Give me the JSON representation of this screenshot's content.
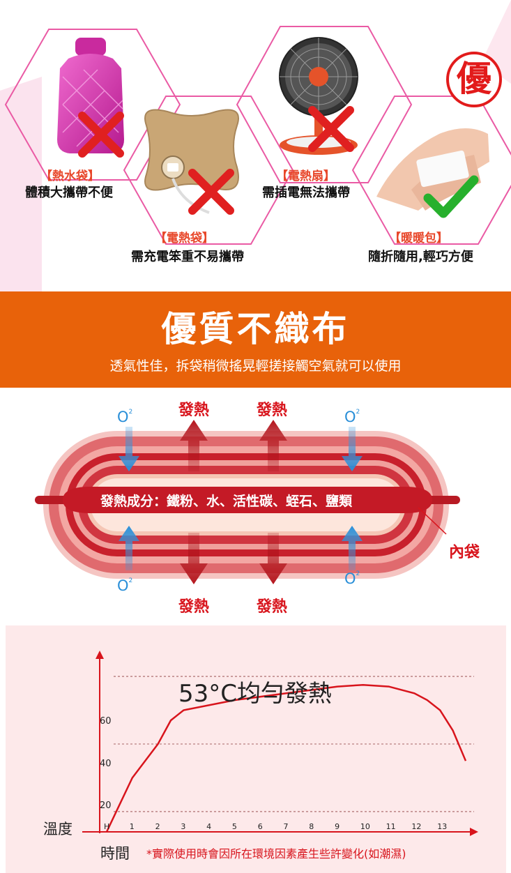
{
  "comparison": {
    "items": [
      {
        "title": "【熱水袋】",
        "desc": "體積大攜帶不便",
        "verdict": "cross"
      },
      {
        "title": "【電熱袋】",
        "desc": "需充電笨重不易攜帶",
        "verdict": "cross"
      },
      {
        "title": "【電熱扇】",
        "desc": "需插電無法攜帶",
        "verdict": "cross"
      },
      {
        "title": "【暖暖包】",
        "desc": "隨折隨用,輕巧方便",
        "verdict": "check"
      }
    ],
    "stamp": "優"
  },
  "banner": {
    "title": "優質不織布",
    "subtitle": "透氣性佳，拆袋稍微搖晃輕搓接觸空氣就可以使用"
  },
  "diagram": {
    "heat_label": "發熱",
    "o2_main": "O",
    "o2_sub": "2",
    "ingredients": "發熱成分：鐵粉、水、活性碳、蛭石、鹽類",
    "inner_bag_label": "內袋"
  },
  "graph": {
    "title": "53°C均勻發熱",
    "y_axis_label": "溫度",
    "x_axis_label": "時間",
    "note": "*實際使用時會因所在環境因素產生些許變化(如潮濕)",
    "y_ticks": [
      "20",
      "40",
      "60"
    ],
    "x_ticks": [
      "H",
      "1",
      "2",
      "3",
      "4",
      "5",
      "6",
      "7",
      "8",
      "9",
      "10",
      "11",
      "12",
      "13"
    ],
    "curve_color": "#d8141c"
  },
  "chart_data": {
    "type": "line",
    "title": "53°C均勻發熱",
    "xlabel": "時間",
    "ylabel": "溫度",
    "x": [
      0,
      0.5,
      1,
      1.5,
      2,
      2.5,
      3,
      5,
      7,
      9,
      10,
      11,
      12,
      12.5,
      13,
      13.5,
      14
    ],
    "y": [
      14,
      22,
      30,
      35,
      40,
      47,
      50,
      53,
      55,
      57,
      57.5,
      57,
      55,
      53,
      50,
      44,
      35
    ],
    "xlim": [
      0,
      14
    ],
    "ylim": [
      14,
      66
    ],
    "grid": true
  }
}
